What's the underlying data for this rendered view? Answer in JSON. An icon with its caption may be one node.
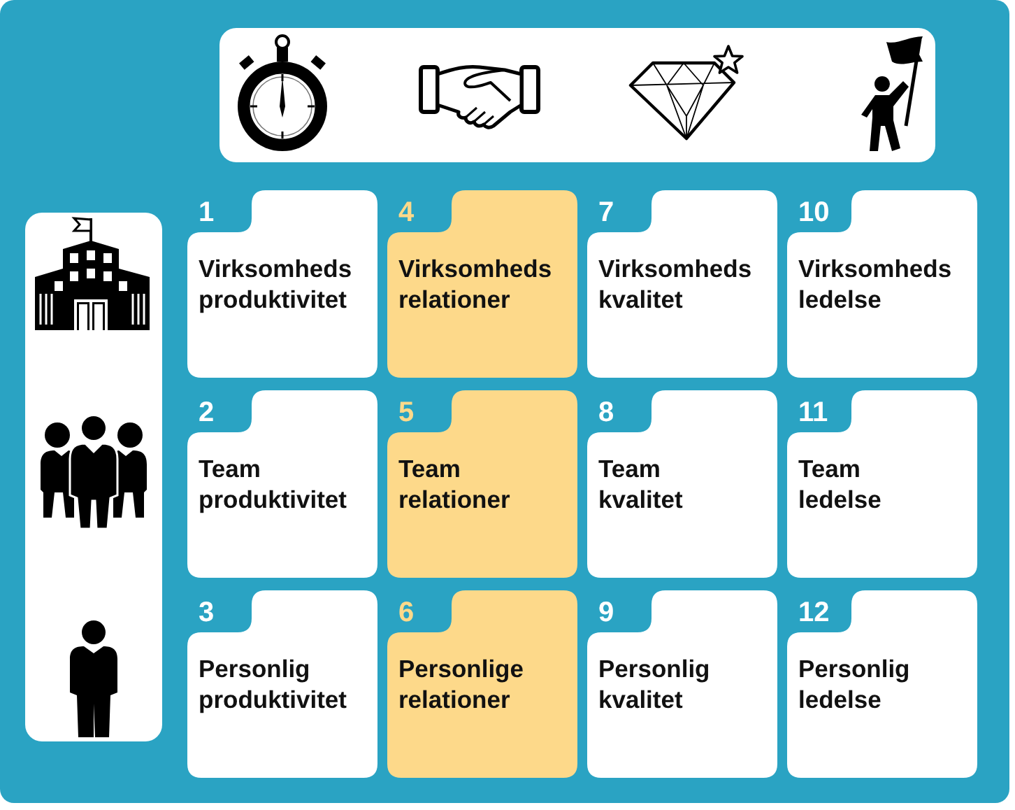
{
  "diagram": {
    "nodes": [
      {
        "text": [
          "1",
          "Virksomheds produktivitet"
        ]
      },
      {
        "text": [
          "4",
          "Virksomheds relationer"
        ]
      },
      {
        "text": [
          "7",
          "Virksomheds kvalitet"
        ]
      },
      {
        "text": [
          "10",
          "Virksomheds ledelse"
        ]
      },
      {
        "text": [
          "2",
          "Team produktivitet"
        ]
      },
      {
        "text": [
          "5",
          "Team relationer"
        ]
      },
      {
        "text": [
          "8",
          "Team kvalitet"
        ]
      },
      {
        "text": [
          "11",
          "Team ledelse"
        ]
      },
      {
        "text": [
          "3",
          "Personlig produktivitet"
        ]
      },
      {
        "text": [
          "6",
          "Personlige relationer"
        ]
      },
      {
        "text": [
          "9",
          "Personlig kvalitet"
        ]
      },
      {
        "text": [
          "12",
          "Personlig ledelse"
        ]
      }
    ]
  }
}
